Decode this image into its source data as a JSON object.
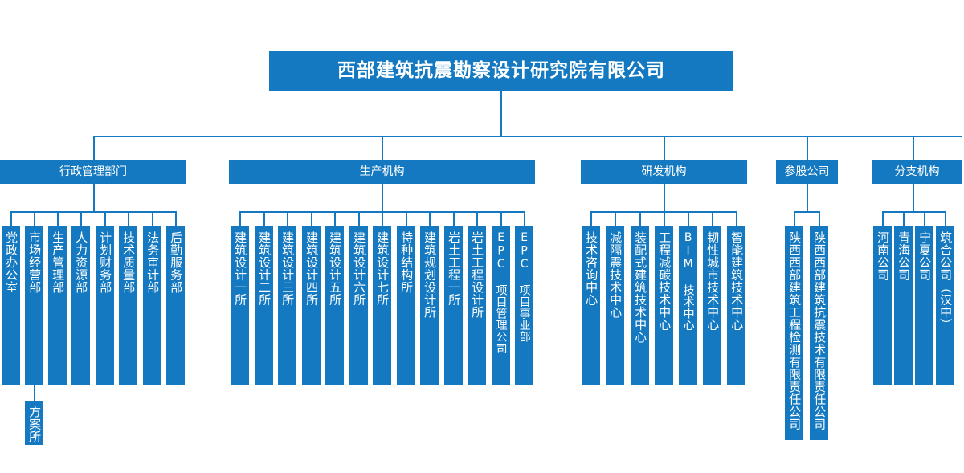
{
  "theme": {
    "brand_blue": "#1479c0",
    "text_on_brand": "#ffffff",
    "background": "#ffffff"
  },
  "chart_data": {
    "type": "diagram",
    "diagram_type": "organization-chart",
    "title": "西部建筑抗震勘察设计研究院有限公司",
    "levels": 3
  },
  "root": {
    "label": "西部建筑抗震勘察设计研究院有限公司"
  },
  "groups": [
    {
      "id": "admin",
      "header": "行政管理部门",
      "children": [
        {
          "label": "党政办公室"
        },
        {
          "label": "市场经营部",
          "children": [
            {
              "label": "方案所"
            }
          ]
        },
        {
          "label": "生产管理部"
        },
        {
          "label": "人力资源部"
        },
        {
          "label": "计划财务部"
        },
        {
          "label": "技术质量部"
        },
        {
          "label": "法务审计部"
        },
        {
          "label": "后勤服务部"
        }
      ]
    },
    {
      "id": "production",
      "header": "生产机构",
      "children": [
        {
          "label": "建筑设计一所"
        },
        {
          "label": "建筑设计二所"
        },
        {
          "label": "建筑设计三所"
        },
        {
          "label": "建筑设计四所"
        },
        {
          "label": "建筑设计五所"
        },
        {
          "label": "建筑设计六所"
        },
        {
          "label": "建筑设计七所"
        },
        {
          "label": "特种结构所"
        },
        {
          "label": "建筑规划设计所"
        },
        {
          "label": "岩土工程一所"
        },
        {
          "label": "岩土工程设计所"
        },
        {
          "label": "EPC 项目管理公司"
        },
        {
          "label": "EPC 项目事业部"
        }
      ]
    },
    {
      "id": "rnd",
      "header": "研发机构",
      "children": [
        {
          "label": "技术咨询中心"
        },
        {
          "label": "减隔震技术中心"
        },
        {
          "label": "装配式建筑技术中心"
        },
        {
          "label": "工程减碳技术中心"
        },
        {
          "label": "BIM 技术中心"
        },
        {
          "label": "韧性城市技术中心"
        },
        {
          "label": "智能建筑技术中心"
        }
      ]
    },
    {
      "id": "holdings",
      "header": "参股公司",
      "children": [
        {
          "label": "陕西西部建筑工程检测有限责任公司"
        },
        {
          "label": "陕西西部建筑抗震技术有限责任公司"
        }
      ]
    },
    {
      "id": "branches",
      "header": "分支机构",
      "children": [
        {
          "label": "河南公司"
        },
        {
          "label": "青海公司"
        },
        {
          "label": "宁夏公司"
        },
        {
          "label": "筑合公司（汉中）"
        }
      ]
    }
  ]
}
